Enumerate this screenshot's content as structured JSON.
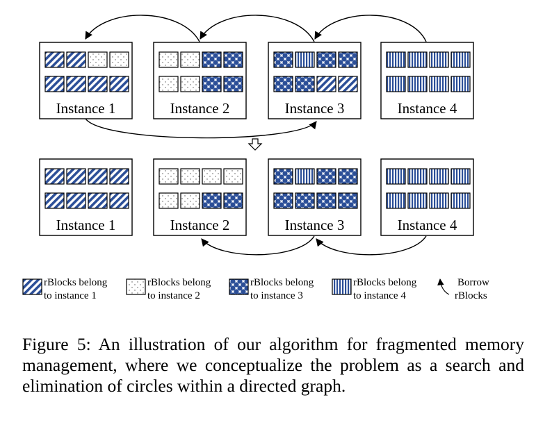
{
  "diagram": {
    "before": {
      "instances": [
        {
          "label": "Instance 1",
          "blocks": [
            "d",
            "d",
            "w",
            "w",
            "d",
            "d",
            "d",
            "d"
          ]
        },
        {
          "label": "Instance 2",
          "blocks": [
            "w",
            "w",
            "c",
            "c",
            "w",
            "w",
            "c",
            "c"
          ]
        },
        {
          "label": "Instance 3",
          "blocks": [
            "c",
            "v",
            "c",
            "c",
            "c",
            "c",
            "d",
            "d"
          ]
        },
        {
          "label": "Instance 4",
          "blocks": [
            "v",
            "v",
            "v",
            "v",
            "v",
            "v",
            "v",
            "v"
          ]
        }
      ]
    },
    "after": {
      "instances": [
        {
          "label": "Instance 1",
          "blocks": [
            "d",
            "d",
            "d",
            "d",
            "d",
            "d",
            "d",
            "d"
          ]
        },
        {
          "label": "Instance 2",
          "blocks": [
            "w",
            "w",
            "w",
            "w",
            "w",
            "w",
            "c",
            "c"
          ]
        },
        {
          "label": "Instance 3",
          "blocks": [
            "c",
            "v",
            "c",
            "c",
            "c",
            "c",
            "c",
            "c"
          ]
        },
        {
          "label": "Instance 4",
          "blocks": [
            "v",
            "v",
            "v",
            "v",
            "v",
            "v",
            "v",
            "v"
          ]
        }
      ]
    },
    "legend": [
      {
        "pattern": "d",
        "line1": "rBlocks belong",
        "line2": "to instance 1"
      },
      {
        "pattern": "w",
        "line1": "rBlocks belong",
        "line2": "to instance 2"
      },
      {
        "pattern": "c",
        "line1": "rBlocks belong",
        "line2": "to instance 3"
      },
      {
        "pattern": "v",
        "line1": "rBlocks belong",
        "line2": "to instance 4"
      }
    ],
    "arrow_legend": {
      "line1": "Borrow",
      "line2": "rBlocks"
    },
    "colors": {
      "block_blue": "#2c4f98",
      "border": "#000000",
      "background": "#ffffff"
    }
  },
  "caption": "Figure 5: An illustration of our algorithm for fragmented memory management, where we conceptualize the problem as a search and elimination of circles within a directed graph."
}
